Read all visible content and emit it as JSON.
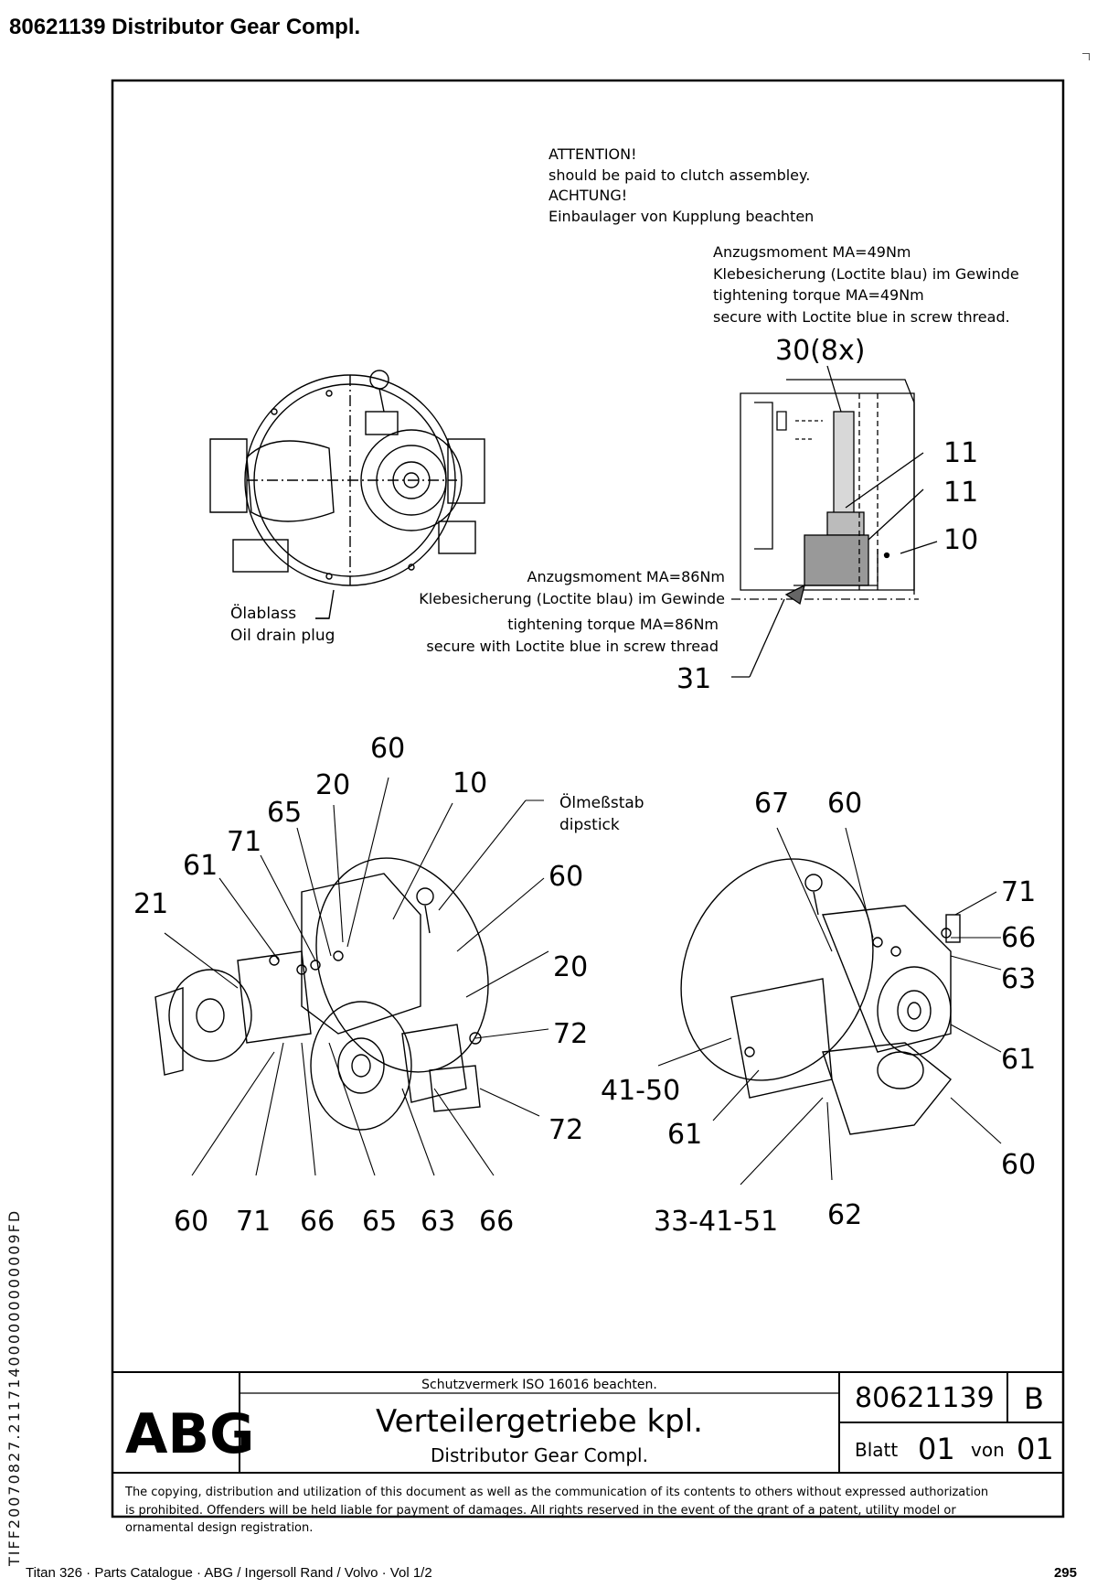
{
  "header": {
    "title": "80621139  Distributor Gear Compl."
  },
  "notes": {
    "attention": [
      "ATTENTION!",
      "should be paid to clutch assembley.",
      "ACHTUNG!",
      "Einbaulager von Kupplung beachten"
    ],
    "torque49": [
      "Anzugsmoment MA=49Nm",
      "Klebesicherung (Loctite blau) im Gewinde",
      "tightening torque MA=49Nm",
      "secure with Loctite blue in  screw thread."
    ],
    "torque86": [
      "Anzugsmoment MA=86Nm",
      "Klebesicherung (Loctite blau) im Gewinde",
      "tightening torque MA=86Nm",
      "secure with Loctite blue in screw thread"
    ],
    "oil_drain": [
      "Ölablass",
      "Oil drain plug"
    ],
    "dipstick": [
      "Ölmeßstab",
      "dipstick"
    ]
  },
  "callouts": {
    "section": {
      "c30": "30(8x)",
      "c11a": "11",
      "c11b": "11",
      "c10": "10",
      "c31": "31"
    },
    "left": {
      "c60top": "60",
      "c20": "20",
      "c10": "10",
      "c65": "65",
      "c71": "71",
      "c61": "61",
      "c21": "21",
      "c60r": "60",
      "c20r": "20",
      "c72a": "72",
      "c72b": "72",
      "b60": "60",
      "b71": "71",
      "b66a": "66",
      "b65": "65",
      "b63": "63",
      "b66b": "66"
    },
    "right": {
      "c67": "67",
      "c60": "60",
      "c71": "71",
      "c66": "66",
      "c63": "63",
      "c61r": "61",
      "c60b": "60",
      "c4150": "41-50",
      "c61": "61",
      "c334151": "33-41-51",
      "c62": "62"
    }
  },
  "title_block": {
    "logo": "ABG",
    "protection_note": "Schutzvermerk ISO 16016 beachten.",
    "title_de": "Verteilergetriebe kpl.",
    "title_en": "Distributor Gear Compl.",
    "drawing_number": "80621139",
    "revision": "B",
    "sheet_label": "Blatt",
    "sheet_number": "01",
    "of_label": "von",
    "sheet_total": "01",
    "copyright": [
      "The copying, distribution and utilization of this document as well as the communication of its contents to others without expressed authorization",
      "is prohibited. Offenders will be held liable for payment of damages. All rights reserved in the event of the grant of a patent, utility model or",
      "ornamental design registration."
    ]
  },
  "side_code": "TIFF20070827.211714000000000009FD",
  "footer": {
    "left": "Titan 326  ·  Parts Catalogue  ·  ABG / Ingersoll Rand / Volvo  ·  Vol 1/2",
    "page": "295"
  }
}
